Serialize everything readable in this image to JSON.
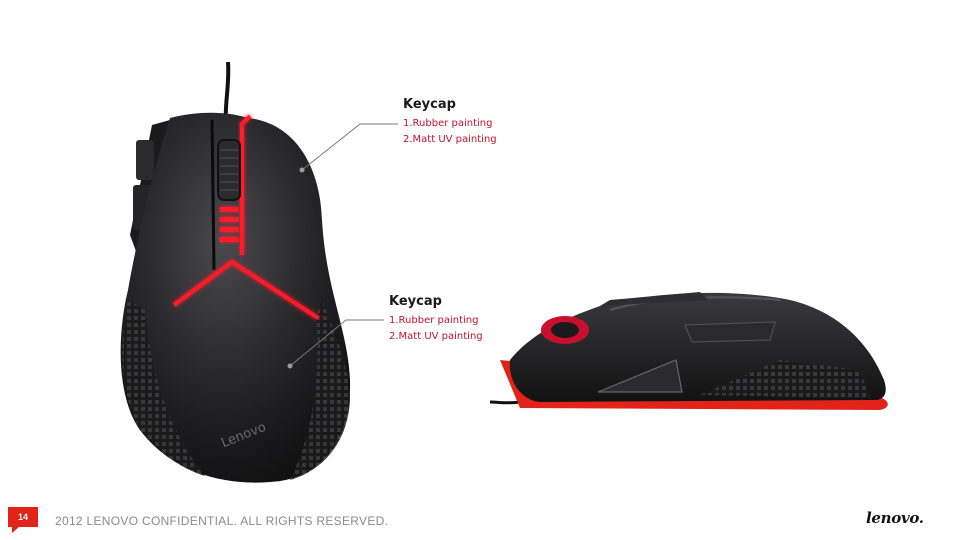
{
  "callouts": [
    {
      "title": "Keycap",
      "items": [
        "1.Rubber painting",
        "2.Matt UV painting"
      ]
    },
    {
      "title": "Keycap",
      "items": [
        "1.Rubber painting",
        "2.Matt UV painting"
      ]
    }
  ],
  "mouse_top": {
    "brand_text": "Lenovo"
  },
  "footer": {
    "page_number": "14",
    "confidential_text": "2012 LENOVO CONFIDENTIAL.  ALL RIGHTS  RESERVED.",
    "logo_text": "lenovo."
  },
  "colors": {
    "accent": "#e2231a",
    "glow": "#ff1f2a",
    "mouse_body": "#1c1c1e"
  }
}
